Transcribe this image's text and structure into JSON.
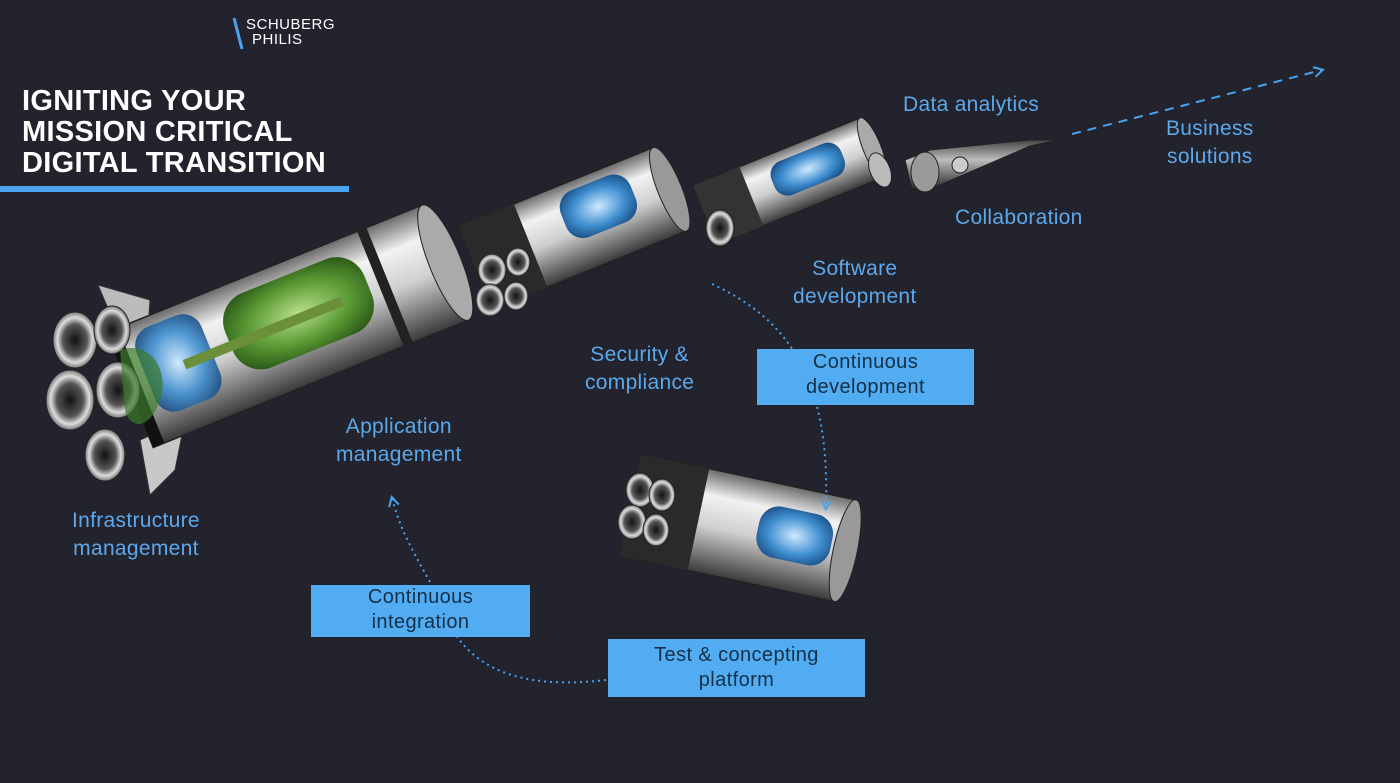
{
  "logo": {
    "line1": "SCHUBERG",
    "line2": "PHILIS"
  },
  "title": {
    "lines": [
      "IGNITING YOUR",
      "MISSION CRITICAL",
      "DIGITAL TRANSITION"
    ]
  },
  "labels": {
    "data_analytics": [
      "Data analytics"
    ],
    "business_solutions": [
      "Business",
      "solutions"
    ],
    "collaboration": [
      "Collaboration"
    ],
    "software_development": [
      "Software",
      "development"
    ],
    "security_compliance": [
      "Security &",
      "compliance"
    ],
    "application_management": [
      "Application",
      "management"
    ],
    "infrastructure_management": [
      "Infrastructure",
      "management"
    ]
  },
  "boxes": {
    "continuous_development": [
      "Continuous",
      "development"
    ],
    "continuous_integration": [
      "Continuous",
      "integration"
    ],
    "test_concepting": [
      "Test & concepting",
      "platform"
    ]
  },
  "colors": {
    "background": "#23232e",
    "accent": "#4aa3ef",
    "label": "#5ba8ea",
    "box": "#52acf2"
  }
}
